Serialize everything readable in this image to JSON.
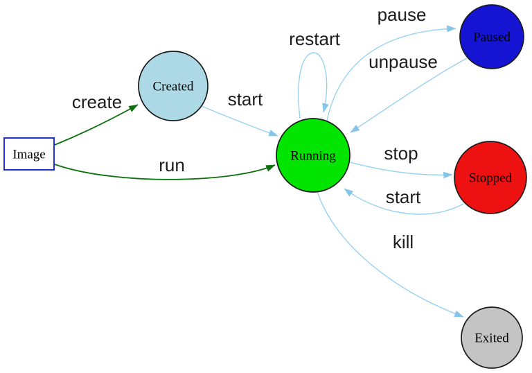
{
  "palette": {
    "transition_edge_blue": "#96d2f0",
    "transition_arrow_blue": "#85c6e8",
    "action_edge_green": "#0b6f0b",
    "node_border_black": "#1a1a1a",
    "image_box_border_blue": "#2233cc",
    "label_text": "#1c1c1c"
  },
  "nodes": [
    {
      "id": "image",
      "label": "Image",
      "shape": "box",
      "color": "#ffffff"
    },
    {
      "id": "created",
      "label": "Created",
      "shape": "circle",
      "color": "#add8e6"
    },
    {
      "id": "running",
      "label": "Running",
      "shape": "circle",
      "color": "#00e400"
    },
    {
      "id": "paused",
      "label": "Paused",
      "shape": "circle",
      "color": "#1414d2"
    },
    {
      "id": "stopped",
      "label": "Stopped",
      "shape": "circle",
      "color": "#ee1111"
    },
    {
      "id": "exited",
      "label": "Exited",
      "shape": "circle",
      "color": "#c4c4c4"
    }
  ],
  "edges": [
    {
      "from": "Image",
      "to": "Created",
      "label": "create",
      "color": "#0b6f0b"
    },
    {
      "from": "Image",
      "to": "Running",
      "label": "run",
      "color": "#0b6f0b"
    },
    {
      "from": "Created",
      "to": "Running",
      "label": "start",
      "color": "#96d2f0"
    },
    {
      "from": "Running",
      "to": "Running",
      "label": "restart",
      "color": "#96d2f0"
    },
    {
      "from": "Running",
      "to": "Paused",
      "label": "pause",
      "color": "#96d2f0"
    },
    {
      "from": "Paused",
      "to": "Running",
      "label": "unpause",
      "color": "#96d2f0"
    },
    {
      "from": "Running",
      "to": "Stopped",
      "label": "stop",
      "color": "#96d2f0"
    },
    {
      "from": "Stopped",
      "to": "Running",
      "label": "start",
      "color": "#96d2f0"
    },
    {
      "from": "Running",
      "to": "Exited",
      "label": "kill",
      "color": "#96d2f0"
    }
  ]
}
